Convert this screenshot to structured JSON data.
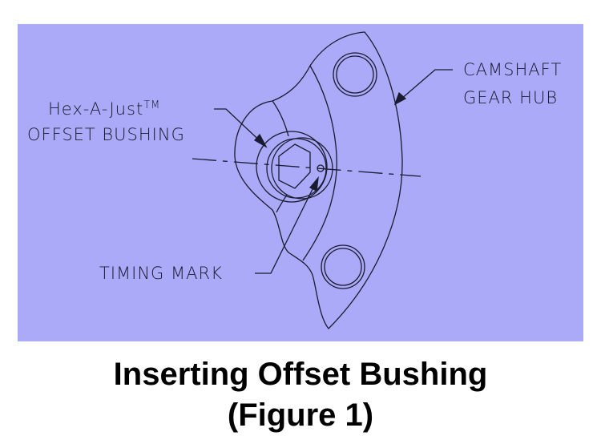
{
  "labels": {
    "bushing_line1": "Hex-A-Just",
    "bushing_tm": "TM",
    "bushing_line2": "OFFSET BUSHING",
    "hub_line1": "CAMSHAFT",
    "hub_line2": "GEAR HUB",
    "timing": "TIMING MARK"
  },
  "caption": {
    "line1": "Inserting Offset Bushing",
    "line2": "(Figure 1)"
  },
  "colors": {
    "panel": "#aaaaf8",
    "ink": "#1a1a30"
  }
}
